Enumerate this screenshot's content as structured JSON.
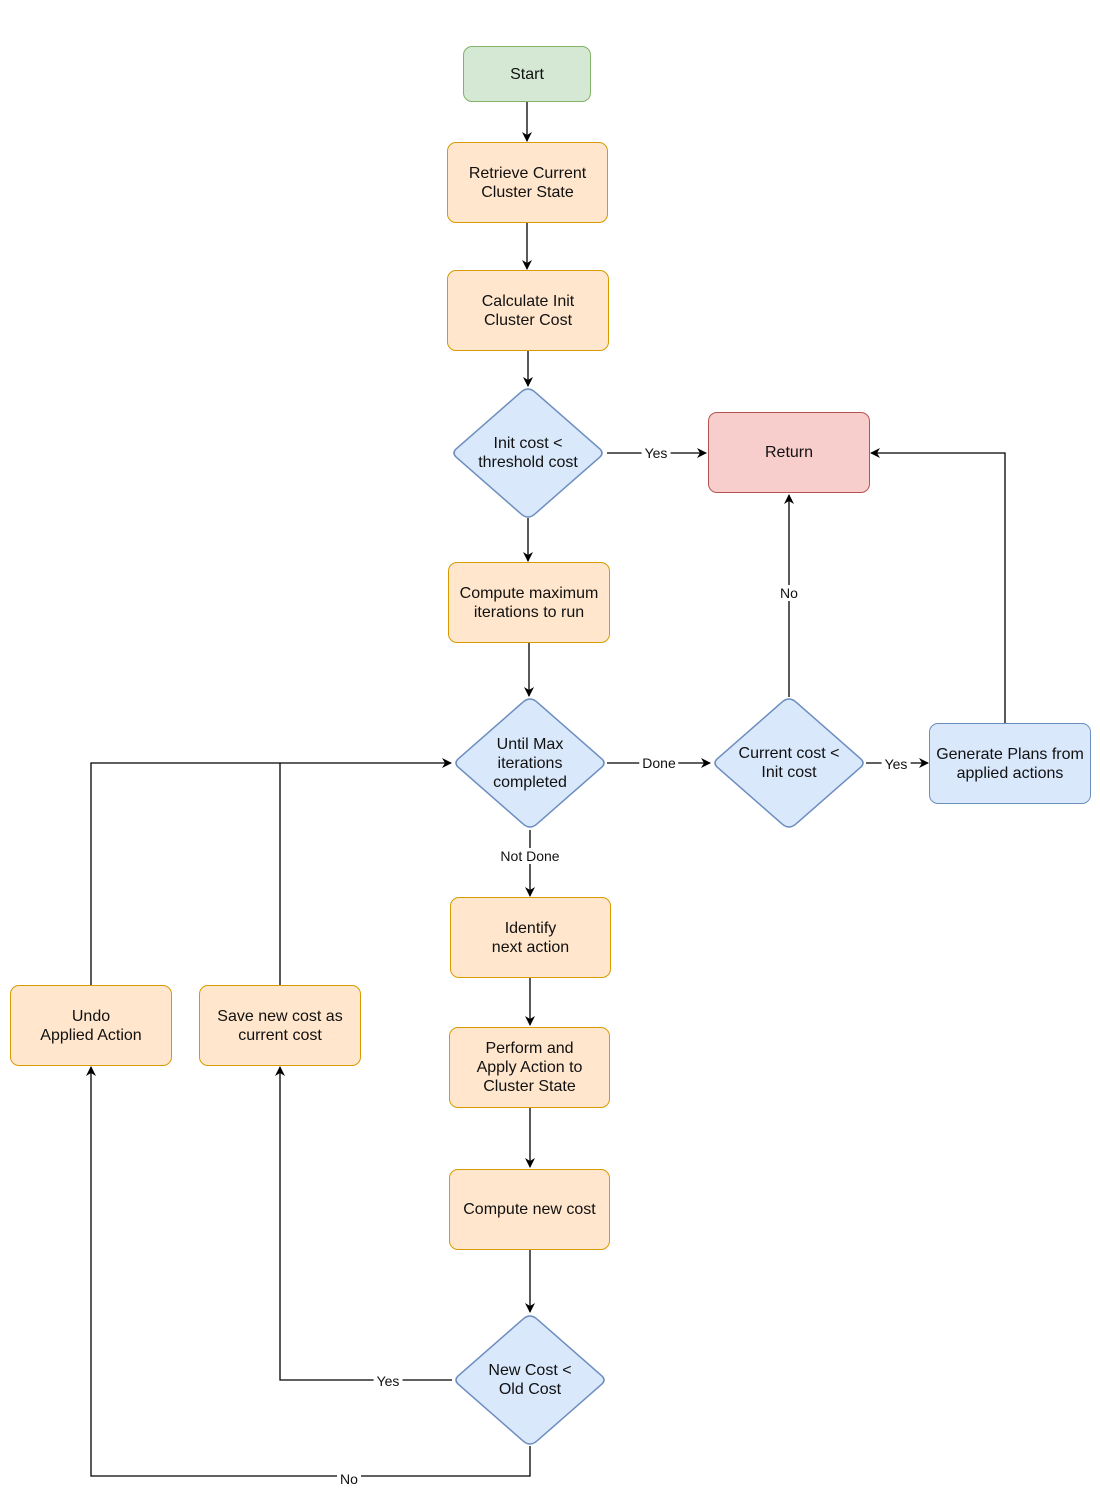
{
  "nodes": {
    "start": "Start",
    "retrieve_state": "Retrieve Current\nCluster State",
    "calc_init_cost": "Calculate Init\nCluster Cost",
    "init_cost_check": "Init cost <\nthreshold cost",
    "return": "Return",
    "compute_max_iter": "Compute maximum\niterations to run",
    "until_max_iter": "Until Max\niterations\ncompleted",
    "current_cost_check": "Current cost <\nInit cost",
    "generate_plans": "Generate Plans from\napplied actions",
    "identify_action": "Identify\nnext action",
    "undo_action": "Undo\nApplied Action",
    "save_new_cost": "Save new cost as\ncurrent cost",
    "perform_apply": "Perform and\nApply Action to\nCluster State",
    "compute_new_cost": "Compute new cost",
    "new_cost_check": "New Cost <\nOld Cost"
  },
  "edge_labels": {
    "init_yes": "Yes",
    "current_no": "No",
    "done": "Done",
    "current_yes": "Yes",
    "not_done": "Not Done",
    "new_yes": "Yes",
    "new_no": "No"
  },
  "colors": {
    "start_fill": "#d5e8d4",
    "process_fill": "#ffe6cc",
    "return_fill": "#f8cecc",
    "decision_fill": "#dae8fc"
  }
}
